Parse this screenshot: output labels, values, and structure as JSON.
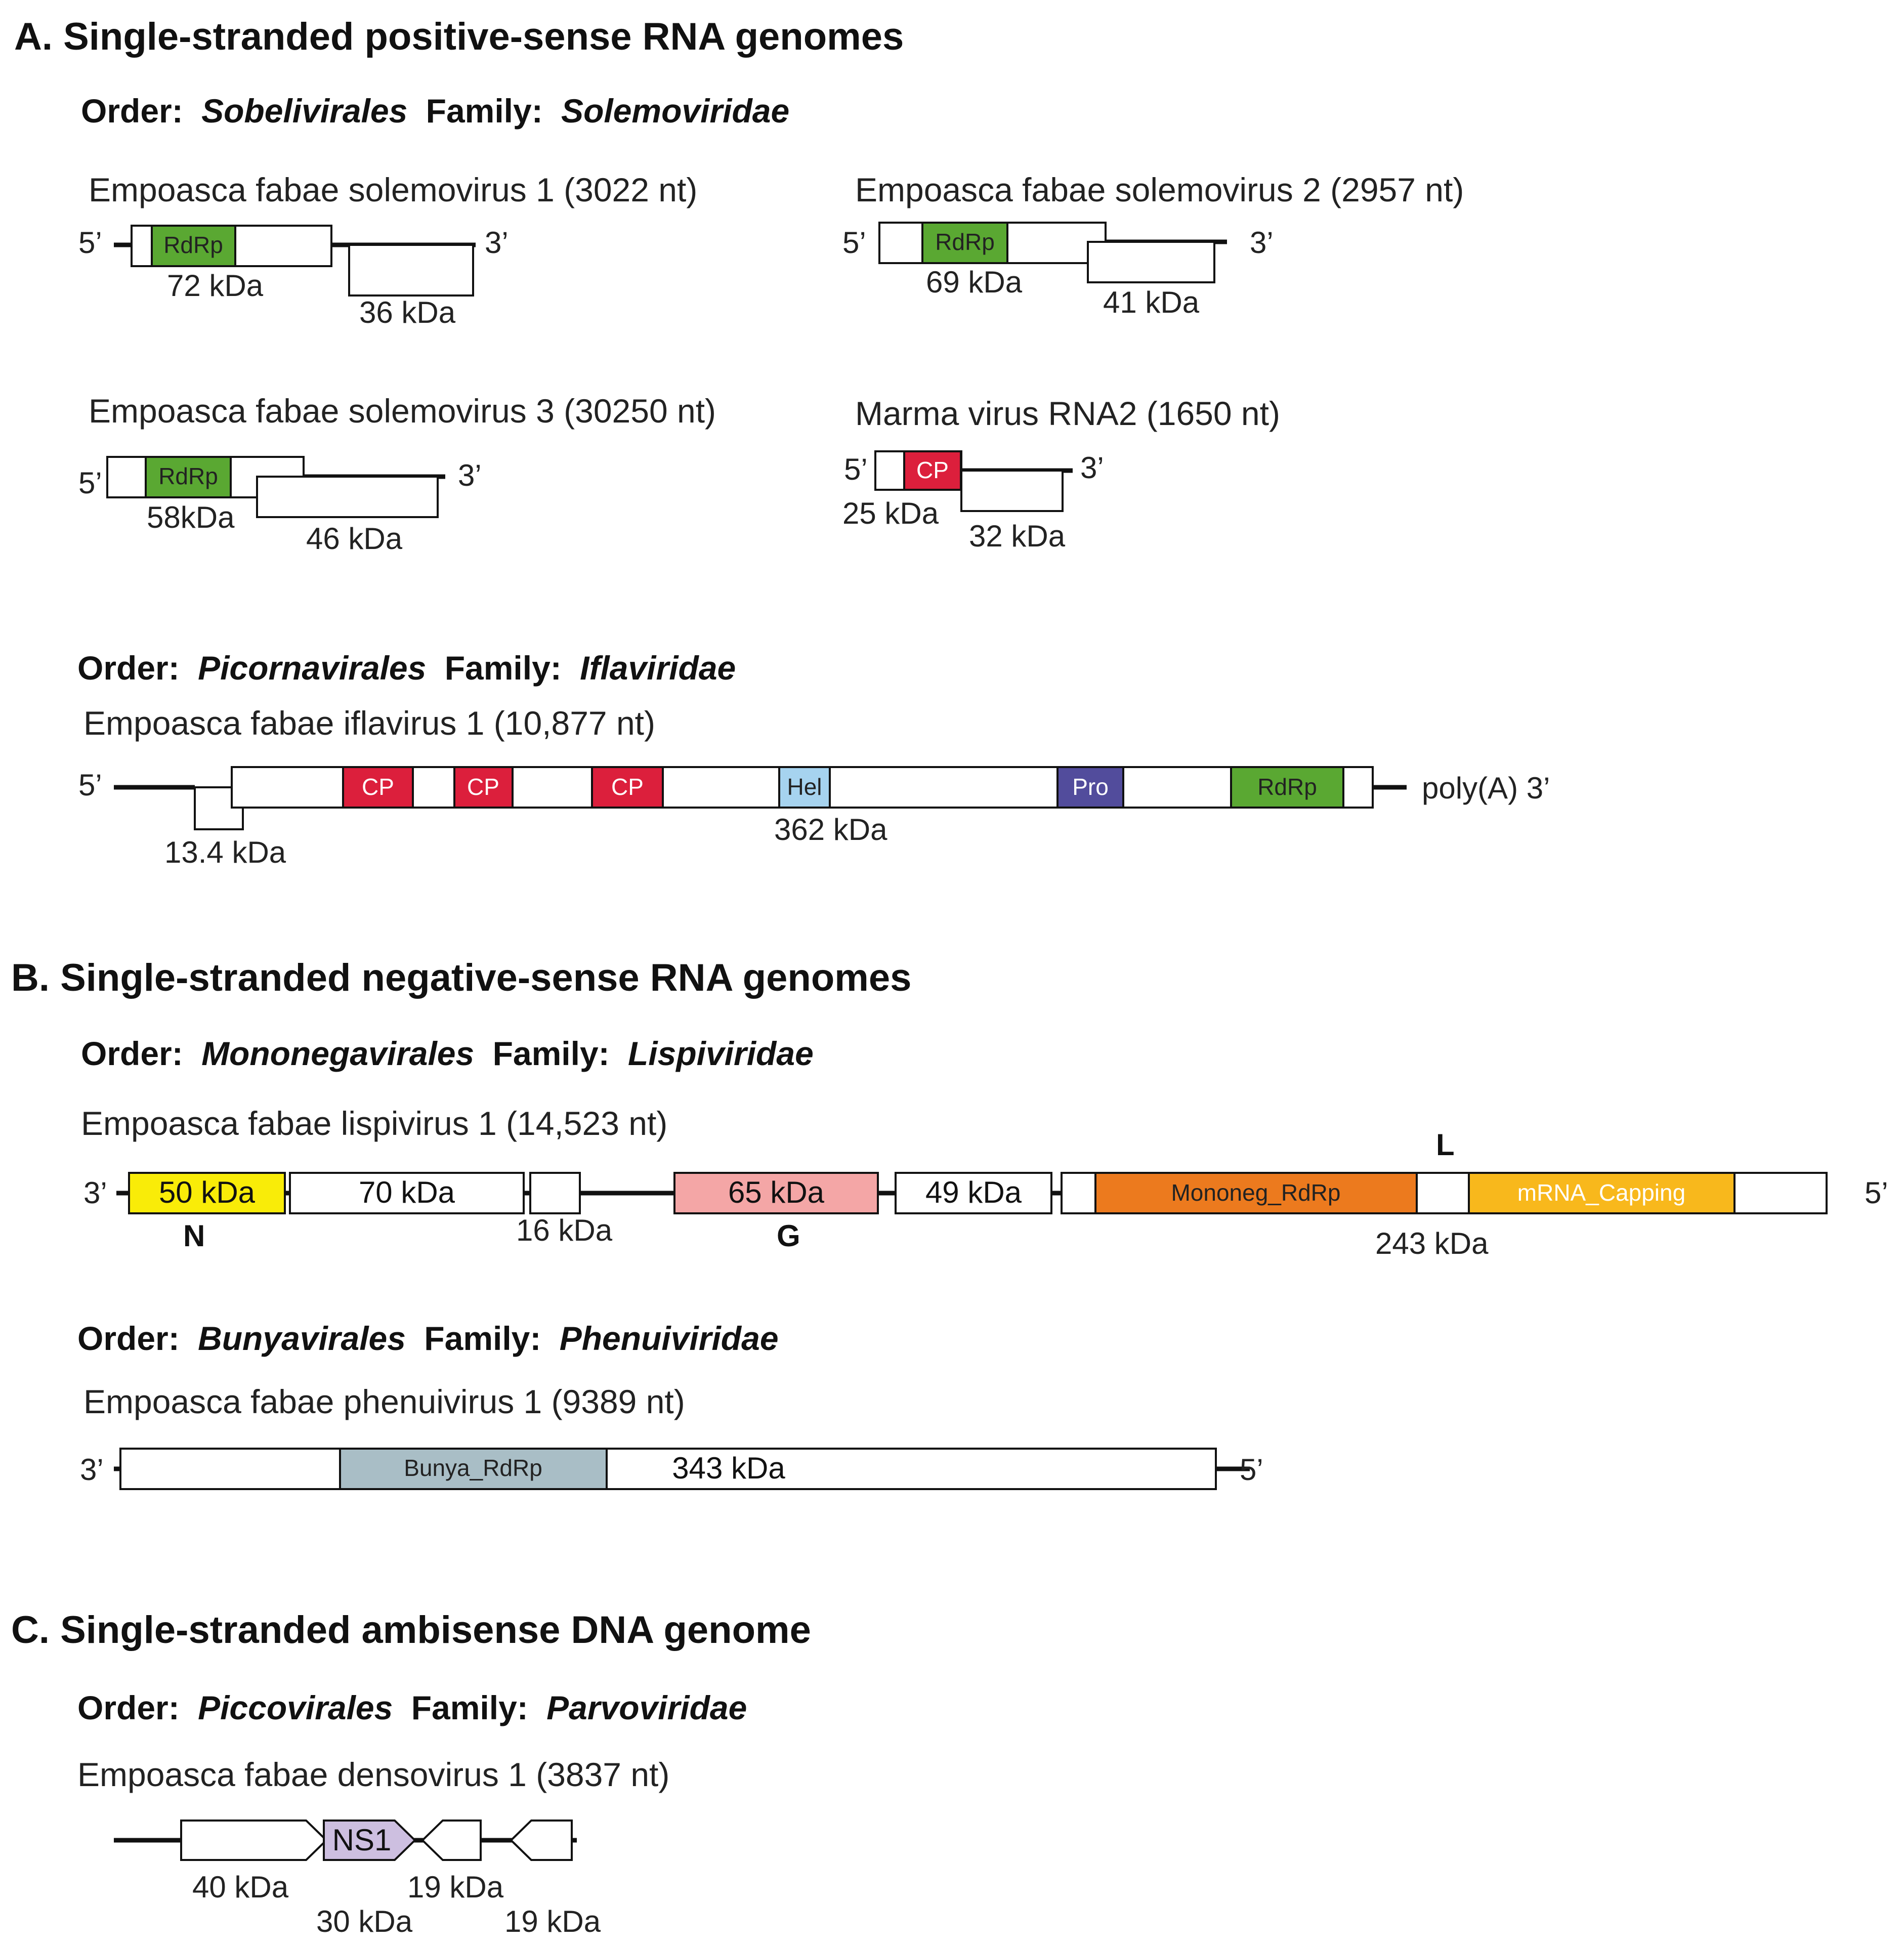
{
  "sections": {
    "a": "A.  Single-stranded positive-sense RNA genomes",
    "b": "B.  Single-stranded negative-sense RNA genomes",
    "c": "C.  Single-stranded ambisense DNA genome"
  },
  "taxa": {
    "order_word": "Order:",
    "family_word": "Family:",
    "sobelivirales": "Sobelivirales",
    "solemoviridae": "Solemoviridae",
    "picornavirales": "Picornavirales",
    "iflaviridae": "Iflaviridae",
    "mononegavirales": "Mononegavirales",
    "lispiviridae": "Lispiviridae",
    "bunyavirales": "Bunyavirales",
    "phenuiviridae": "Phenuiviridae",
    "piccovirales": "Piccovirales",
    "parvoviridae": "Parvoviridae"
  },
  "ends": {
    "five": "5’",
    "three": "3’",
    "polya": "poly(A) 3’"
  },
  "domains": {
    "rdrp": "RdRp",
    "cp": "CP",
    "hel": "Hel",
    "pro": "Pro",
    "mononeg_rdrp": "Mononeg_RdRp",
    "mrna_capping": "mRNA_Capping",
    "bunya_rdrp": "Bunya_RdRp",
    "ns1": "NS1"
  },
  "domain_colors": {
    "rdrp": "#5aa832",
    "cp": "#dc1f3c",
    "hel": "#a6d3ef",
    "pro": "#524c9c",
    "n_protein": "#f9ec08",
    "g_protein": "#f4a6a6",
    "mononeg_rdrp": "#ec7a1e",
    "mrna_capping": "#f8b81c",
    "bunya_rdrp": "#a9bec6",
    "ns1": "#cdbfe0"
  },
  "viruses": {
    "solemo1": {
      "name": "Empoasca fabae solemovirus 1 (3022 nt)",
      "orf1": "72 kDa",
      "orf2": "36 kDa"
    },
    "solemo2": {
      "name": "Empoasca fabae solemovirus 2 (2957 nt)",
      "orf1": "69 kDa",
      "orf2": "41 kDa"
    },
    "solemo3": {
      "name": "Empoasca fabae solemovirus 3 (30250 nt)",
      "orf1": "58kDa",
      "orf2": "46 kDa"
    },
    "marma": {
      "name": "Marma virus RNA2 (1650 nt)",
      "orf1": "25 kDa",
      "orf2": "32 kDa"
    },
    "iflavirus": {
      "name": "Empoasca fabae iflavirus 1 (10,877 nt)",
      "small": "13.4 kDa",
      "poly": "362 kDa"
    },
    "lispivirus": {
      "name": "Empoasca fabae lispivirus 1 (14,523 nt)",
      "orf_n": "50 kDa",
      "label_n": "N",
      "orf_70": "70 kDa",
      "orf_16": "16 kDa",
      "orf_g": "65 kDa",
      "label_g": "G",
      "orf_49": "49 kDa",
      "orf_l": "243 kDa",
      "label_l": "L"
    },
    "phenuivirus": {
      "name": "Empoasca fabae phenuivirus 1 (9389 nt)",
      "orf": "343 kDa"
    },
    "densovirus": {
      "name": "Empoasca fabae densovirus 1 (3837 nt)",
      "orf_40": "40 kDa",
      "orf_30": "30 kDa",
      "orf_19a": "19 kDa",
      "orf_19b": "19 kDa"
    }
  }
}
